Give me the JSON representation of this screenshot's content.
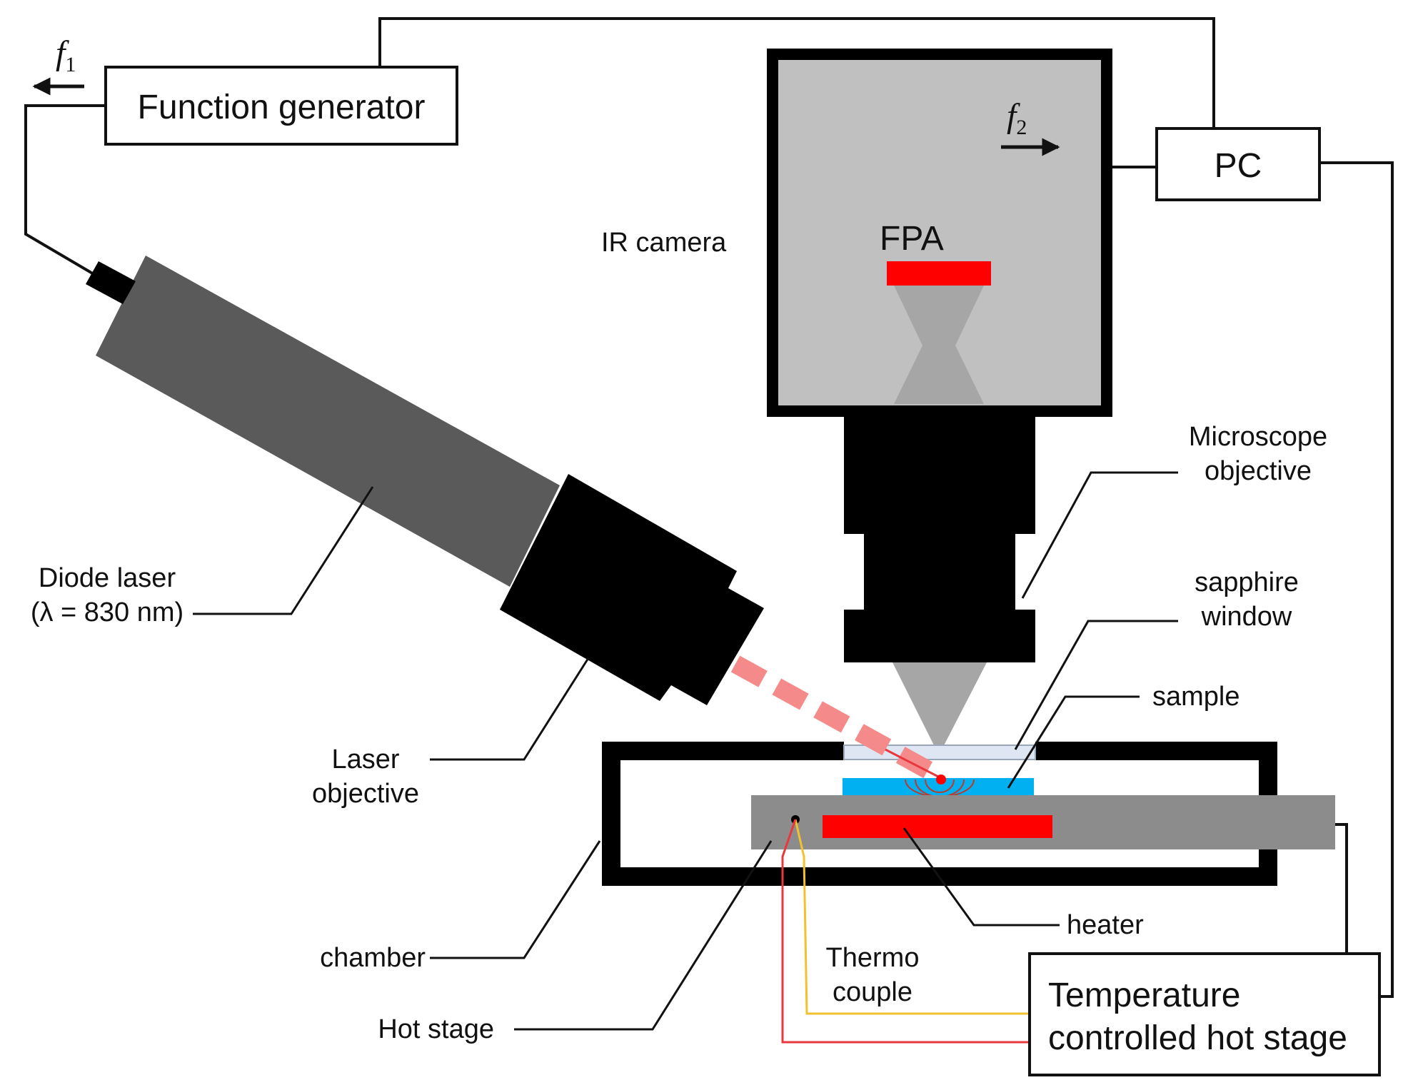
{
  "labels": {
    "function_generator": "Function generator",
    "f1_symbol": "f",
    "f1_subscript": "1",
    "f2_symbol": "f",
    "f2_subscript": "2",
    "pc": "PC",
    "ir_camera": "IR camera",
    "fpa": "FPA",
    "microscope_objective_line1": "Microscope",
    "microscope_objective_line2": "objective",
    "sapphire_window_line1": "sapphire",
    "sapphire_window_line2": "window",
    "sample": "sample",
    "diode_laser_line1": "Diode laser",
    "diode_laser_line2": "(λ = 830 nm)",
    "laser_objective_line1": "Laser",
    "laser_objective_line2": "objective",
    "chamber": "chamber",
    "hot_stage": "Hot stage",
    "thermo_couple_line1": "Thermo",
    "thermo_couple_line2": "couple",
    "heater": "heater",
    "temp_controller_line1": "Temperature",
    "temp_controller_line2": "controlled hot stage"
  },
  "colors": {
    "camera_body": "#c0c0c0",
    "laser_body": "#5a5a5a",
    "hot_stage": "#8c8c8c",
    "red": "#ff0000",
    "sample": "#00b0f0",
    "sapphire": "#dde6f2",
    "beam": "#f58a8a",
    "thermocouple_yellow": "#f2c12e",
    "thermocouple_red": "#e8383d"
  }
}
